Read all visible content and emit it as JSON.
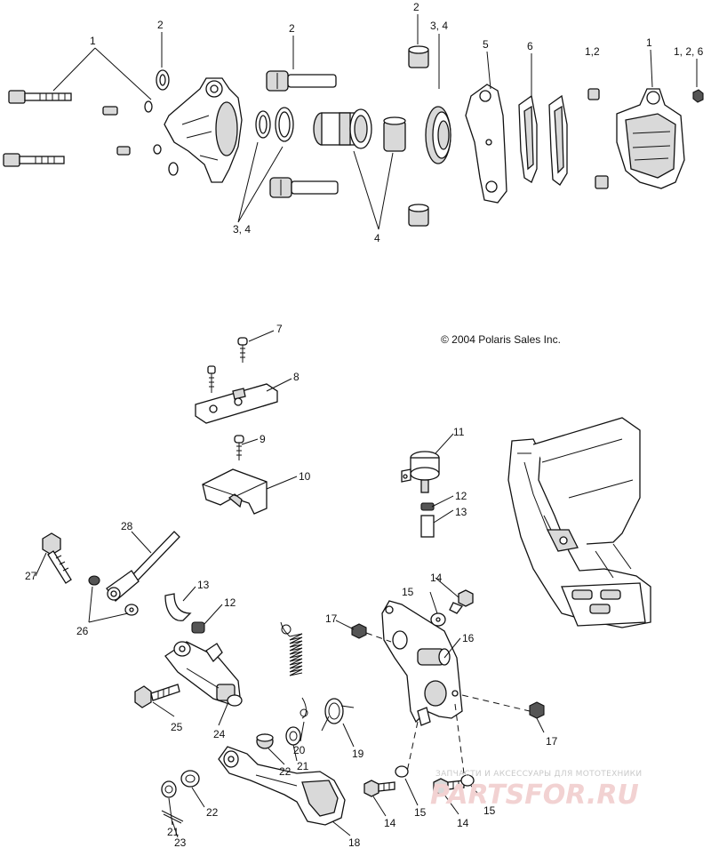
{
  "copyright": "© 2004 Polaris Sales Inc.",
  "watermark": {
    "caption": "ЗАПЧАСТИ И АКСЕССУАРЫ ДЛЯ МОТОТЕХНИКИ",
    "logo": "PARTSFOR.RU"
  },
  "callouts": {
    "c1a": "1",
    "c2a": "2",
    "c2b": "2",
    "c2c": "2",
    "c34a": "3, 4",
    "c34b": "3, 4",
    "c4": "4",
    "c5": "5",
    "c6": "6",
    "c12a": "1,2",
    "c1b": "1",
    "c126": "1, 2, 6",
    "c7": "7",
    "c8": "8",
    "c9": "9",
    "c10": "10",
    "c11": "11",
    "c12": "12",
    "c13": "13",
    "c28": "28",
    "c27": "27",
    "c26": "26",
    "c13b": "13",
    "c12b": "12",
    "c14a": "14",
    "c15a": "15",
    "c16": "16",
    "c17a": "17",
    "c17b": "17",
    "c25": "25",
    "c24": "24",
    "c20": "20",
    "c21a": "21",
    "c19": "19",
    "c22a": "22",
    "c22b": "22",
    "c21b": "21",
    "c23": "23",
    "c18": "18",
    "c14b": "14",
    "c15b": "15",
    "c14c": "14",
    "c15c": "15"
  }
}
